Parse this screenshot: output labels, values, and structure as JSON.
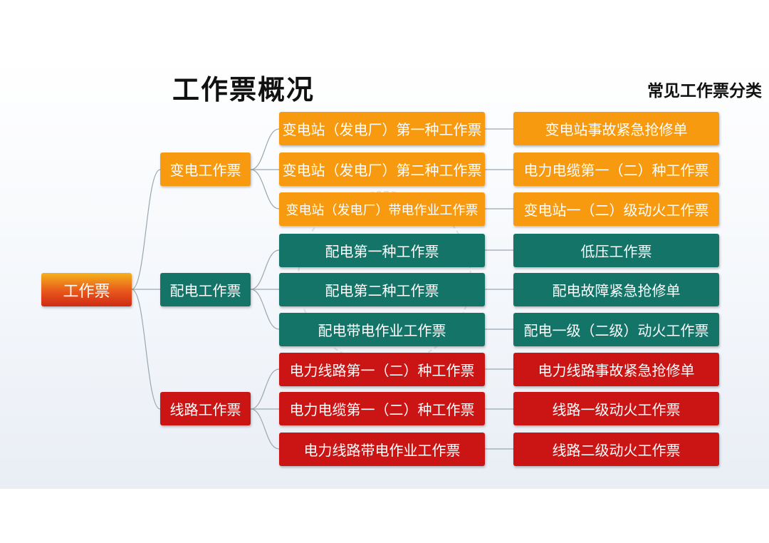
{
  "title": "工作票概况",
  "subtitle": "常见工作票分类",
  "root": "工作票",
  "colors": {
    "orange": "#f79a10",
    "teal": "#147468",
    "red": "#cb1414",
    "line": "#9aa7b0"
  },
  "categories": [
    {
      "label": "变电工作票",
      "color": "orange",
      "items": [
        "变电站（发电厂）第一种工作票",
        "变电站（发电厂）第二种工作票",
        "变电站（发电厂）带电作业工作票"
      ],
      "related": [
        "变电站事故紧急抢修单",
        "电力电缆第一（二）种工作票",
        "变电站一（二）级动火工作票"
      ]
    },
    {
      "label": "配电工作票",
      "color": "teal",
      "items": [
        "配电第一种工作票",
        "配电第二种工作票",
        "配电带电作业工作票"
      ],
      "related": [
        "低压工作票",
        "配电故障紧急抢修单",
        "配电一级（二级）动火工作票"
      ]
    },
    {
      "label": "线路工作票",
      "color": "red",
      "items": [
        "电力线路第一（二）种工作票",
        "电力电缆第一（二）种工作票",
        "电力线路带电作业工作票"
      ],
      "related": [
        "电力线路事故紧急抢修单",
        "线路一级动火工作票",
        "线路二级动火工作票"
      ]
    }
  ]
}
